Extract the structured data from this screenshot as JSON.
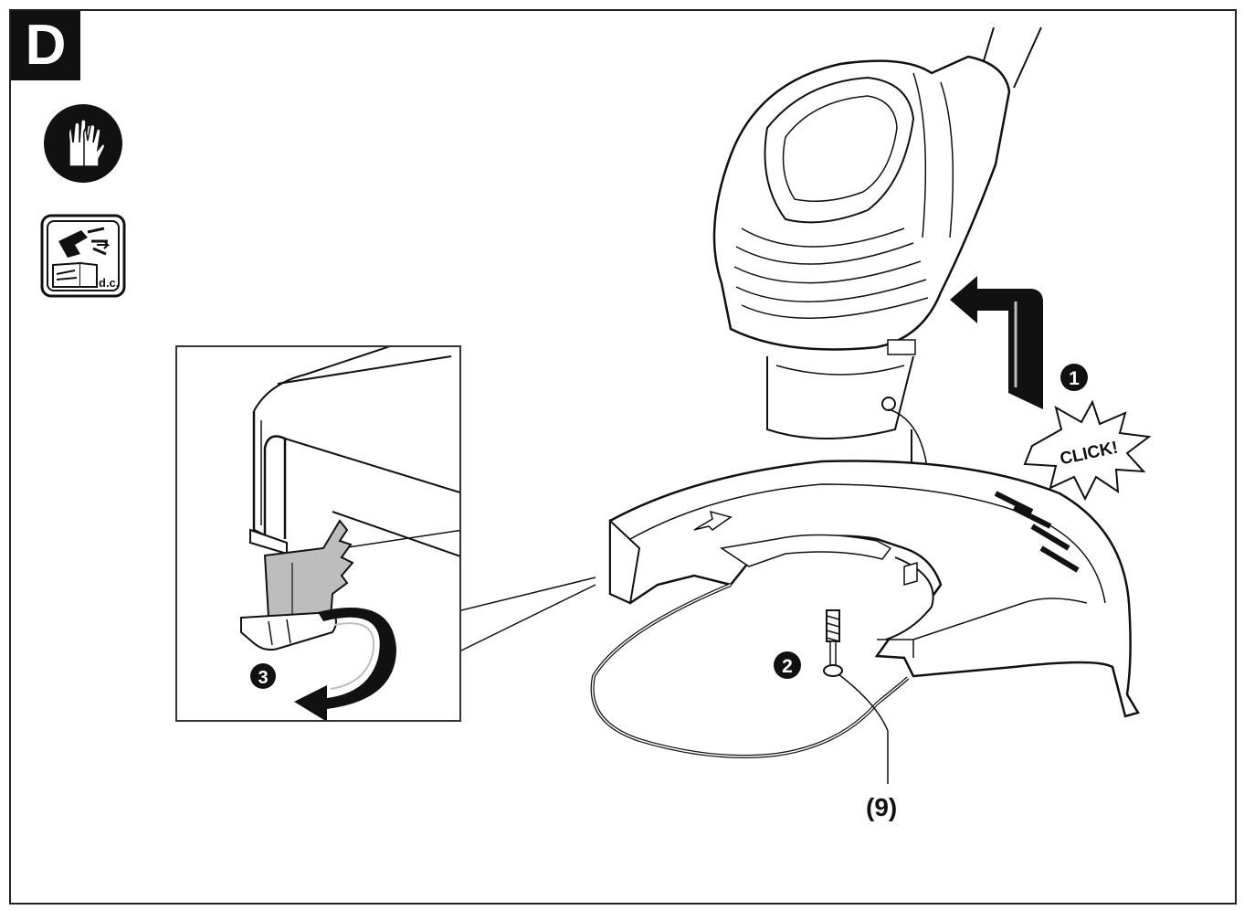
{
  "section_letter": "D",
  "icons": {
    "gloves": "gloves-icon",
    "unplug": "unplug-manual-icon",
    "unplug_note": "d.c."
  },
  "steps": [
    "1",
    "2",
    "3"
  ],
  "click_text": "CLICK!",
  "part_label": "(9)",
  "colors": {
    "ink": "#111111",
    "shade": "#bdbdbd",
    "paper": "#ffffff"
  }
}
